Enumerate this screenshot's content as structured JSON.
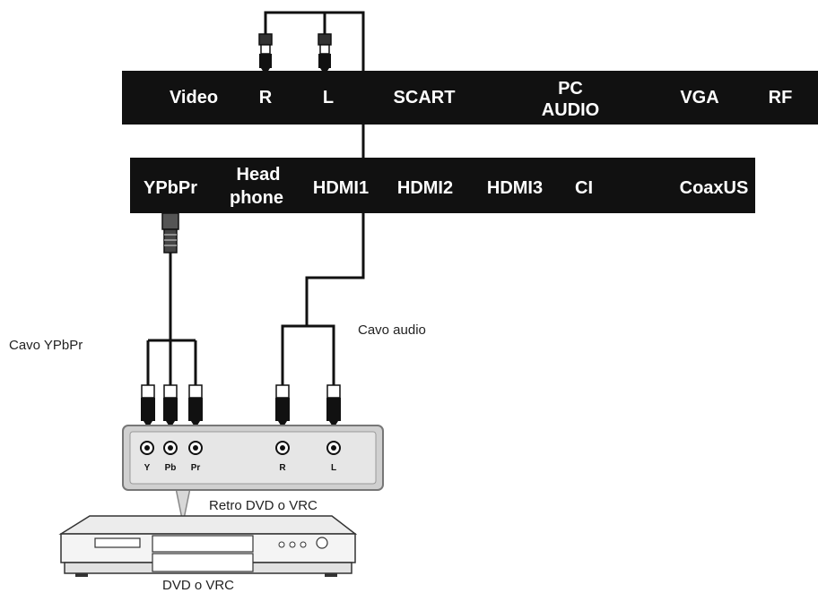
{
  "panel_top": {
    "labels": [
      "Video",
      "R",
      "L",
      "SCART",
      "PC",
      "AUDIO",
      "VGA",
      "RF"
    ]
  },
  "panel_bottom": {
    "labels": [
      "YPbPr",
      "Head",
      "phone",
      "HDMI1",
      "HDMI2",
      "HDMI3",
      "CI",
      "CoaxUS"
    ]
  },
  "captions": {
    "ypbpr_cable": "Cavo YPbPr",
    "audio_cable": "Cavo audio",
    "device_back": "Retro DVD o VRC",
    "device_front": "DVD o VRC"
  },
  "device_ports": [
    "Y",
    "Pb",
    "Pr",
    "R",
    "L"
  ]
}
